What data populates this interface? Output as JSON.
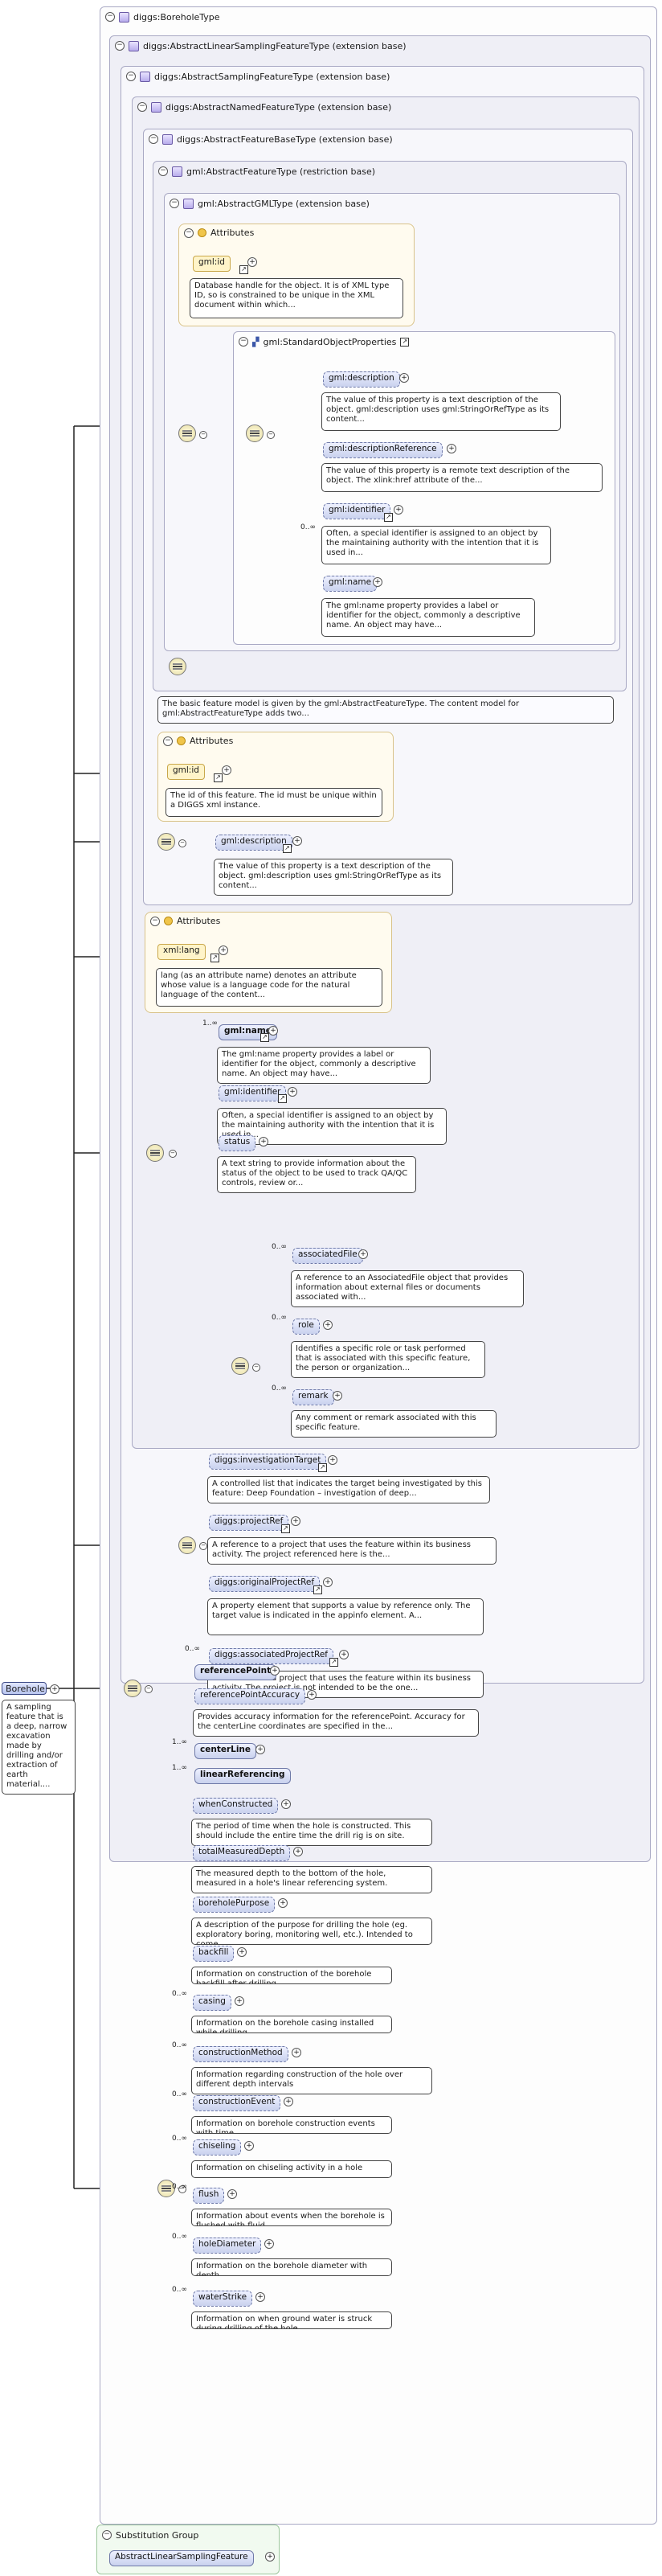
{
  "root": {
    "element": "Borehole",
    "doc": "A sampling feature that is a deep, narrow excavation made by drilling and/or extraction of earth material....",
    "type_title": "diggs:BoreholeType"
  },
  "types": {
    "linear_sampling": "diggs:AbstractLinearSamplingFeatureType (extension base)",
    "sampling": "diggs:AbstractSamplingFeatureType (extension base)",
    "named": "diggs:AbstractNamedFeatureType (extension base)",
    "feature_base": "diggs:AbstractFeatureBaseType (extension base)",
    "gml_feature": "gml:AbstractFeatureType (restriction base)",
    "gml_gml": "gml:AbstractGMLType (extension base)",
    "std_props": "gml:StandardObjectProperties"
  },
  "attributes_label": "Attributes",
  "gml_attrs": {
    "id_label": "gml:id",
    "id_doc": "Database handle for the object. It is of XML type ID, so is constrained to be unique in the XML document within which..."
  },
  "std_elements": [
    {
      "label": "gml:description",
      "doc": "The value of this property is a text description of the object. gml:description uses gml:StringOrRefType as its content..."
    },
    {
      "label": "gml:descriptionReference",
      "doc": "The value of this property is a remote text description of the object. The xlink:href attribute of the..."
    },
    {
      "label": "gml:identifier",
      "doc": "Often, a special identifier is assigned to an object by the maintaining authority with the intention that it is used in..."
    },
    {
      "label": "gml:name",
      "mult": "0..∞",
      "doc": "The gml:name property provides a label or identifier for the object, commonly a descriptive name. An object may have..."
    }
  ],
  "feature_base_doc": "The basic feature model is given by the gml:AbstractFeatureType. The content model for gml:AbstractFeatureType adds two...",
  "base_attrs": {
    "id_label": "gml:id",
    "id_doc": "The id of this feature. The id must be unique within a DIGGS xml instance."
  },
  "base_desc": {
    "label": "gml:description",
    "doc": "The value of this property is a text description of the object. gml:description uses gml:StringOrRefType as its content..."
  },
  "named_attrs": {
    "lang_label": "xml:lang",
    "lang_doc": "lang (as an attribute name) denotes an attribute whose value is a language code for the natural language of the content..."
  },
  "named_elements": [
    {
      "label": "gml:name",
      "mult": "1..∞",
      "doc": "The gml:name property provides a label or identifier for the object, commonly a descriptive name. An object may have..."
    },
    {
      "label": "gml:identifier",
      "doc": "Often, a special identifier is assigned to an object by the maintaining authority with the intention that it is used in..."
    },
    {
      "label": "status",
      "doc": "A text string to provide information about the status of the object to be used to track QA/QC controls, review or..."
    }
  ],
  "named_sub": [
    {
      "label": "associatedFile",
      "mult": "0..∞",
      "doc": "A reference to an AssociatedFile object that provides information about external files or documents associated with..."
    },
    {
      "label": "role",
      "mult": "0..∞",
      "doc": "Identifies a specific role or task performed that is associated with this specific feature, the person or organization..."
    },
    {
      "label": "remark",
      "mult": "0..∞",
      "doc": "Any comment or remark associated with this specific feature."
    }
  ],
  "sampling_elements": [
    {
      "label": "diggs:investigationTarget",
      "doc": "A controlled list that indicates the target being investigated by this feature: Deep Foundation – investigation of deep..."
    },
    {
      "label": "diggs:projectRef",
      "doc": "A reference to a project that uses the feature within its business activity. The project referenced here is the..."
    },
    {
      "label": "diggs:originalProjectRef",
      "doc": "A property element that supports a value by reference only. The target value is indicated in the appinfo element. A..."
    },
    {
      "label": "diggs:associatedProjectRef",
      "mult": "0..∞",
      "doc": "A reference to a project that uses the feature within its business activity. The project is not intended to be the one..."
    }
  ],
  "linear_elements": [
    {
      "label": "referencePoint"
    },
    {
      "label": "referencePointAccuracy",
      "doc": "Provides accuracy information for the referencePoint. Accuracy for the centerLine coordinates are specified in the..."
    },
    {
      "label": "centerLine",
      "mult": "1..∞"
    },
    {
      "label": "linearReferencing",
      "mult": "1..∞"
    }
  ],
  "borehole_elements": [
    {
      "label": "whenConstructed",
      "doc": "The period of time when the hole is constructed. This should include the entire time the drill rig is on site."
    },
    {
      "label": "totalMeasuredDepth",
      "doc": "The measured depth to the bottom of the hole, measured in a hole's linear referencing system."
    },
    {
      "label": "boreholePurpose",
      "doc": "A description of the purpose for drilling the hole (eg. exploratory boring, monitoring well, etc.). Intended to come..."
    },
    {
      "label": "backfill",
      "doc": "Information on construction of the borehole backfill after drilling."
    },
    {
      "label": "casing",
      "mult": "0..∞",
      "doc": "Information on the borehole casing installed while drilling."
    },
    {
      "label": "constructionMethod",
      "mult": "0..∞",
      "doc": "Information regarding construction of the hole over different depth intervals"
    },
    {
      "label": "constructionEvent",
      "mult": "0..∞",
      "doc": "Information on borehole construction events with time."
    },
    {
      "label": "chiseling",
      "mult": "0..∞",
      "doc": "Information on chiseling activity in a hole"
    },
    {
      "label": "flush",
      "mult": "0..∞",
      "doc": "Information about events when the borehole is flushed with fluid."
    },
    {
      "label": "holeDiameter",
      "mult": "0..∞",
      "doc": "Information on the borehole diameter with depth"
    },
    {
      "label": "waterStrike",
      "mult": "0..∞",
      "doc": "Information on when ground water is struck during drilling of the hole."
    }
  ],
  "substitution": {
    "title": "Substitution Group",
    "item": "AbstractLinearSamplingFeature"
  }
}
